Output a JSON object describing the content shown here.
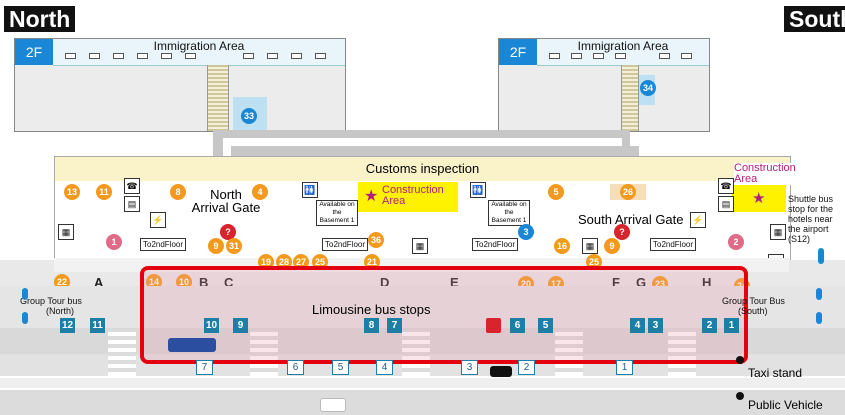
{
  "headers": {
    "north": "North",
    "south": "South"
  },
  "floors": {
    "north": {
      "tag": "2F",
      "area": "Immigration Area"
    },
    "south": {
      "tag": "2F",
      "area": "Immigration Area"
    }
  },
  "customs": "Customs inspection",
  "gates": {
    "north": [
      "North",
      "Arrival Gate"
    ],
    "south": "South Arrival Gate"
  },
  "construction": {
    "label1": "Construction",
    "label2": "Area",
    "star": "★"
  },
  "basement_note": [
    "Available on the",
    "Basement 1"
  ],
  "to2nd": "To2ndFloor",
  "shuttle_note": [
    "Shuttle bus",
    "stop for the",
    "hotels near",
    "the airport",
    "(S12)"
  ],
  "group_tour": {
    "north": [
      "Group Tour bus",
      "(North)"
    ],
    "south": [
      "Group Tour Bus",
      "(South)"
    ]
  },
  "limousine": "Limousine bus stops",
  "taxi": "Taxi stand",
  "public_vehicle": "Public Vehicle",
  "letters": [
    "A",
    "B",
    "C",
    "D",
    "E",
    "F",
    "G",
    "H"
  ],
  "stops_upper": [
    "12",
    "11",
    "10",
    "9",
    "8",
    "7",
    "6",
    "5",
    "4",
    "3",
    "2",
    "1"
  ],
  "stops_lower": [
    "7",
    "6",
    "5",
    "4",
    "3",
    "2",
    "1"
  ],
  "badges": {
    "b13": "13",
    "b11": "11",
    "b8": "8",
    "b4": "4",
    "b5": "5",
    "b26": "26",
    "b33": "33",
    "b34": "34",
    "b1": "1",
    "b2": "2",
    "b3": "3",
    "b9a": "9",
    "b31": "31",
    "b9b": "9",
    "b36": "36",
    "b16": "16",
    "b22": "22",
    "b14": "14",
    "b10": "10",
    "b19": "19",
    "b28": "28",
    "b27": "27",
    "b25a": "25",
    "b21": "21",
    "b20": "20",
    "b17": "17",
    "b25b": "25",
    "b23": "23",
    "b24": "24"
  },
  "question": "?",
  "colors": {
    "accent": "#1a86d6",
    "highlight": "#e3000f",
    "badge": "#f39a1e",
    "construction": "#fff200",
    "stop": "#1e7fa6"
  }
}
